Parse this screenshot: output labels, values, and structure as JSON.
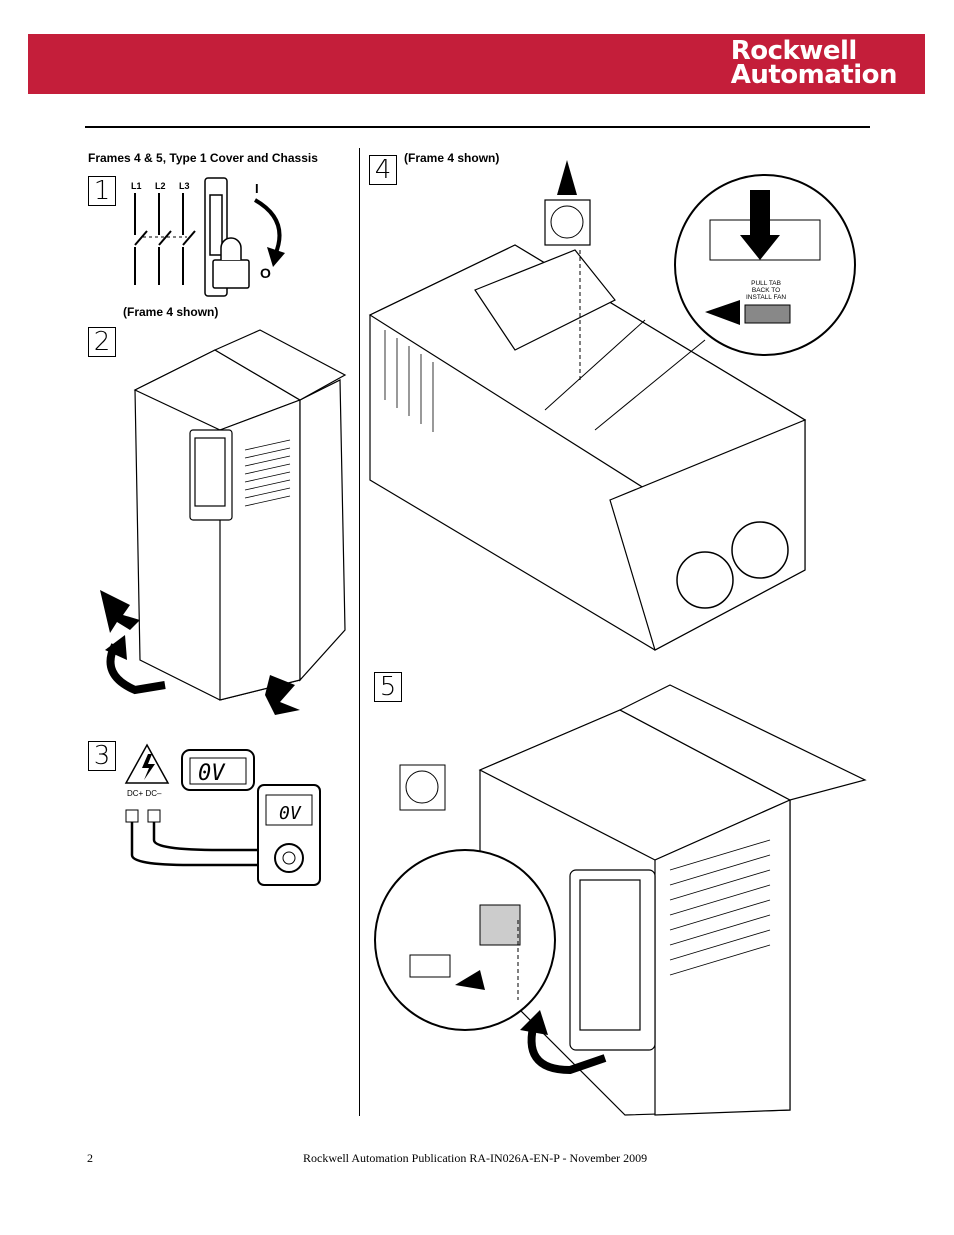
{
  "header": {
    "brand_line1": "Rockwell",
    "brand_line2": "Automation",
    "brand_color": "#c41e3a"
  },
  "left_column": {
    "title": "Frames 4 & 5, Type 1 Cover and Chassis",
    "step1": {
      "number": "1",
      "labels": [
        "L1",
        "L2",
        "L3"
      ],
      "on_label": "I",
      "off_label": "O"
    },
    "frame_note": "(Frame 4 shown)",
    "step2": {
      "number": "2"
    },
    "step3": {
      "number": "3",
      "dc_labels": "DC+ DC–",
      "meter_reading": "0V"
    }
  },
  "right_column": {
    "step4": {
      "number": "4",
      "frame_note": "(Frame 4 shown)",
      "callout_text": [
        "PULL TAB",
        "BACK TO",
        "INSTALL FAN"
      ]
    },
    "step5": {
      "number": "5"
    }
  },
  "footer": {
    "page_number": "2",
    "publication": "Rockwell Automation Publication RA-IN026A-EN-P - November 2009"
  }
}
